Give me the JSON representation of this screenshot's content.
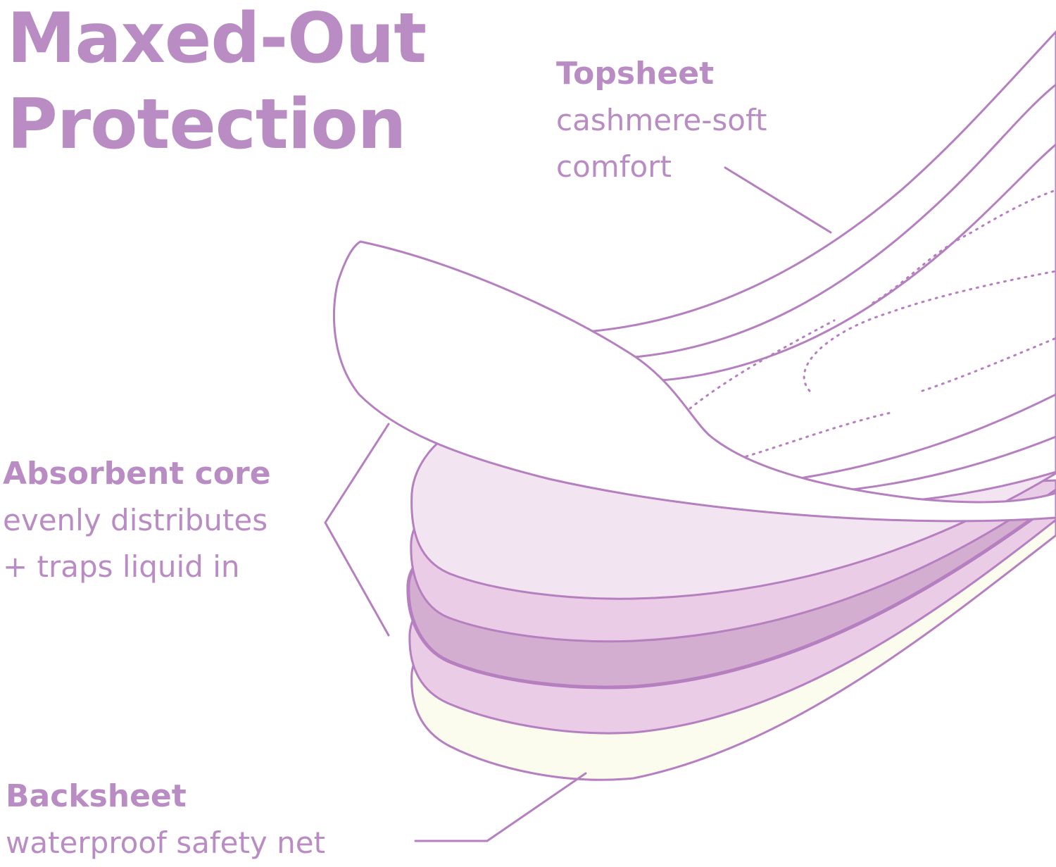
{
  "title": {
    "line1": "Maxed-Out",
    "line2": "Protection"
  },
  "labels": {
    "topsheet": {
      "heading": "Topsheet",
      "line1": "cashmere-soft",
      "line2": "comfort"
    },
    "absorbent_core": {
      "heading": "Absorbent core",
      "line1": "evenly distributes",
      "line2": "+ traps liquid in"
    },
    "backsheet": {
      "heading": "Backsheet",
      "line1": "waterproof safety net"
    }
  },
  "colors": {
    "text": "#b98cc3",
    "outline": "#b57fc0",
    "layer_light": "#f2e4f1",
    "layer_mid": "#eaccE6",
    "layer_core": "#d4aed1",
    "layer_base": "#fbfbee",
    "background": "#ffffff"
  }
}
